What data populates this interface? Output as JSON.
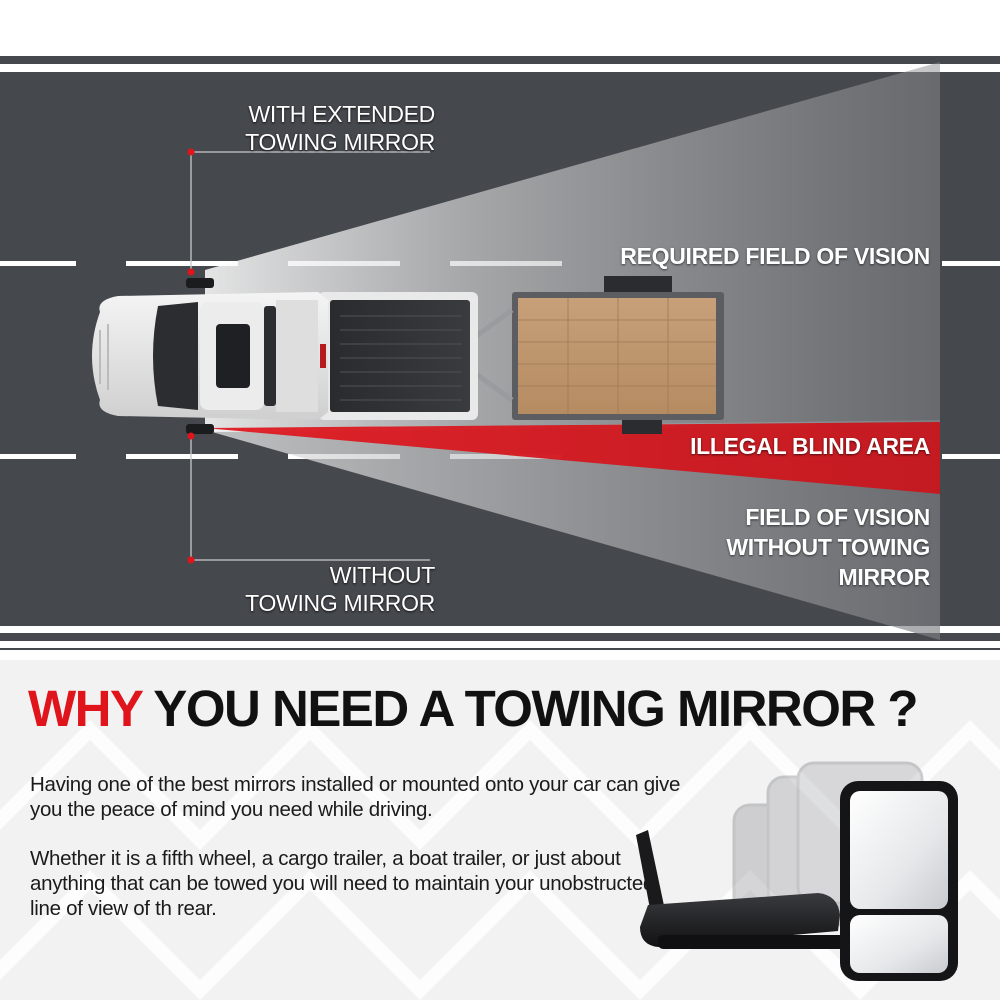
{
  "diagram": {
    "labels": {
      "with_extended": [
        "WITH EXTENDED",
        "TOWING MIRROR"
      ],
      "required_field": "REQUIRED FIELD OF VISION",
      "illegal_blind": "ILLEGAL BLIND AREA",
      "field_without": [
        "FIELD OF VISION",
        "WITHOUT TOWING",
        "MIRROR"
      ],
      "without_mirror": [
        "WITHOUT",
        "TOWING MIRROR"
      ]
    },
    "colors": {
      "road": "#45484d",
      "blind_area": "#d7181f",
      "leader_dot": "#e0151b",
      "lane_marking": "#ffffff"
    }
  },
  "headline": {
    "accent": "WHY",
    "rest": " YOU NEED A TOWING MIRROR ?"
  },
  "body": {
    "paragraph1": "Having one of the best mirrors installed or mounted onto your car can give you the peace of mind you need while driving.",
    "paragraph2": "Whether it is a fifth wheel, a cargo trailer, a boat trailer, or just about anything that can be towed you will need to maintain your unobstructed line of view of th rear."
  }
}
